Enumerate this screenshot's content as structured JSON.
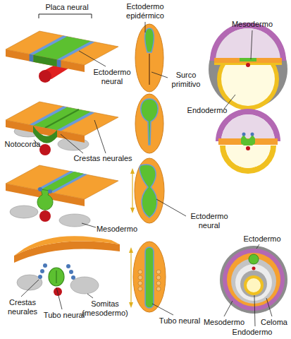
{
  "diagram": {
    "labels": [
      "Placa neural",
      "Ectodermo epidérmico",
      "Mesodermo",
      "Ectodermo neural",
      "Surco primitivo",
      "Endodermo",
      "Notocorda",
      "Crestas neurales",
      "Mesodermo",
      "Ectodermo neural",
      "Ectodermo",
      "Crestas neurales",
      "Tubo neural",
      "Somitas (mesodermo)",
      "Tubo neural",
      "Mesodermo",
      "Celoma",
      "Endodermo"
    ]
  }
}
